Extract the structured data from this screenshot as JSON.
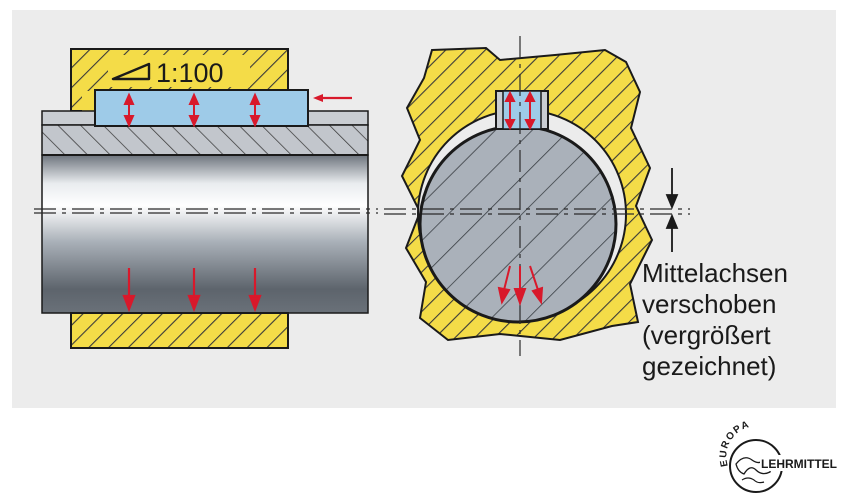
{
  "taper": {
    "ratio_label": "1:100"
  },
  "annotation": {
    "line1": "Mittelachsen",
    "line2": "verschoben",
    "line3": "(vergrößert",
    "line4": "gezeichnet)"
  },
  "logo": {
    "top_text": "EUROPA",
    "bottom_text": "LEHRMITTEL"
  },
  "colors": {
    "background_panel": "#ececec",
    "hub_yellow": "#f4dc48",
    "key_blue": "#9ecbe8",
    "shaft_gray": "#aab1ba",
    "force_arrow_red": "#d8192b",
    "outline": "#1a1a1a"
  }
}
